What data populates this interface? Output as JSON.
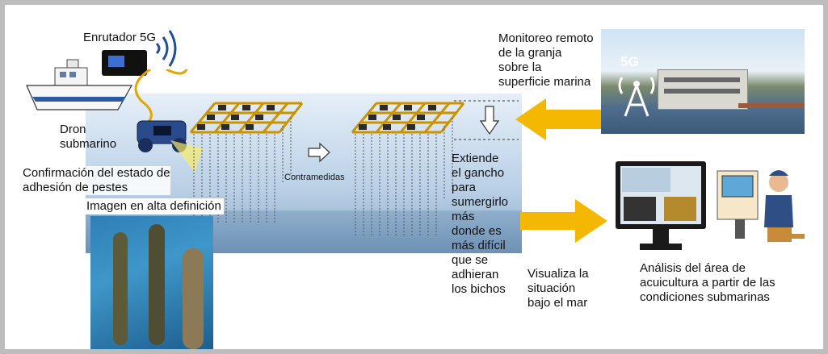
{
  "labels": {
    "router": "Enrutador 5G",
    "drone": "Dron\nsubmarino",
    "confirm": "Confirmación del estado de\nadhesión de pestes",
    "hd_image": "Imagen en alta definición",
    "countermeasures": "Contramedidas",
    "monitoring": "Monitoreo remoto\nde la granja\nsobre la\nsuperficie marina",
    "hook": "Extiende\nel gancho\npara\nsumergirlo\nmás\ndonde es\nmás difícil\nque se\nadhieran\nlos bichos",
    "visualize": "Visualiza la\nsituación\nbajo el mar",
    "analysis": "Análisis del área de\nacuicultura a partir de las\ncondiciones submarinas",
    "tower_5g": "5G"
  },
  "colors": {
    "arrow": "#f5b800",
    "water": "#a9c6df",
    "grid": "#b8860b",
    "sky": "#cfe3f3"
  },
  "icons": [
    "wifi-signal-icon",
    "boat-icon",
    "router-icon",
    "drone-icon",
    "cell-tower-icon",
    "monitor-icon",
    "operator-icon",
    "down-arrow-icon",
    "right-arrow-icon"
  ]
}
